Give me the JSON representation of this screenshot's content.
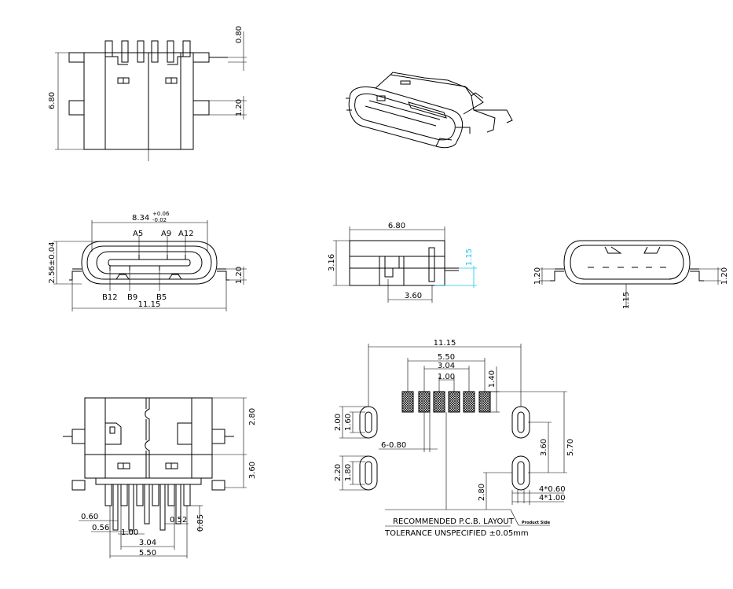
{
  "top_view": {
    "dim_height": "6.80",
    "dim_tab_top": "0.80",
    "dim_tab_side": "1.20"
  },
  "front_view": {
    "dim_width_top": "8.34",
    "dim_width_tol_plus": "+0.06",
    "dim_width_tol_minus": "-0.02",
    "pin_a5": "A5",
    "pin_a9": "A9",
    "pin_a12": "A12",
    "pin_b12": "B12",
    "pin_b9": "B9",
    "pin_b5": "B5",
    "dim_total_width": "11.15",
    "dim_height": "2.56±0.04",
    "dim_tab": "1.20"
  },
  "side_view": {
    "dim_length": "6.80",
    "dim_height": "3.16",
    "dim_pin_offset": "1.15",
    "dim_inner": "3.60"
  },
  "rear_view": {
    "dim_left": "1.20",
    "dim_right": "1.20",
    "dim_bottom": "1.15"
  },
  "bottom_view": {
    "dim_top": "2.80",
    "dim_mid": "3.60",
    "dim_0_60": "0.60",
    "dim_0_56": "0.56",
    "dim_1_00": "1.00",
    "dim_0_52": "0.52",
    "dim_0_85": "0.85",
    "dim_3_04": "3.04",
    "dim_5_50": "5.50"
  },
  "pcb_layout": {
    "dim_total": "11.15",
    "dim_5_50": "5.50",
    "dim_3_04": "3.04",
    "dim_1_00": "1.00",
    "dim_1_40": "1.40",
    "dim_2_00": "2.00",
    "dim_1_60": "1.60",
    "dim_6_080": "6-0.80",
    "dim_2_20": "2.20",
    "dim_1_80": "1.80",
    "dim_3_60": "3.60",
    "dim_5_70": "5.70",
    "dim_2_80": "2.80",
    "dim_4_060": "4*0.60",
    "dim_4_100": "4*1.00",
    "title": "RECOMMENDED  P.C.B.  LAYOUT",
    "tolerance": "TOLERANCE  UNSPECIFIED  ±0.05mm",
    "product_side": "Product Side"
  }
}
